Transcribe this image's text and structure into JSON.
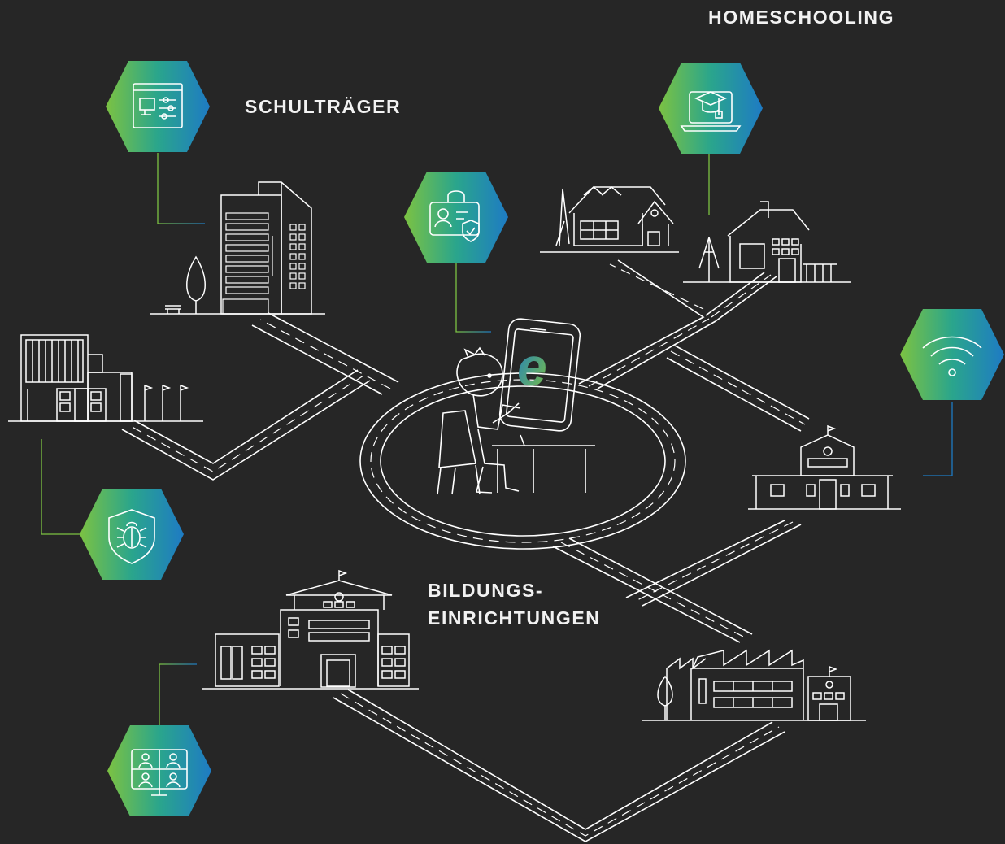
{
  "labels": {
    "schultraeger": "SCHULTRÄGER",
    "homeschooling": "HOMESCHOOLING",
    "bildung_line1": "BILDUNGS-",
    "bildung_line2": "EINRICHTUNGEN"
  },
  "center_logo_letter": "e",
  "colors": {
    "background": "#262626",
    "line_art": "#ffffff",
    "gradient_green": "#7cc242",
    "gradient_teal": "#2aa58c",
    "gradient_blue": "#1e7bc4",
    "connector_green": "#7cc242",
    "connector_blue": "#1e7bc4"
  },
  "icons": [
    "remote-management-icon",
    "e-learning-graduation-icon",
    "secure-identity-icon",
    "wifi-icon",
    "antivirus-shield-icon",
    "video-conference-icon"
  ]
}
